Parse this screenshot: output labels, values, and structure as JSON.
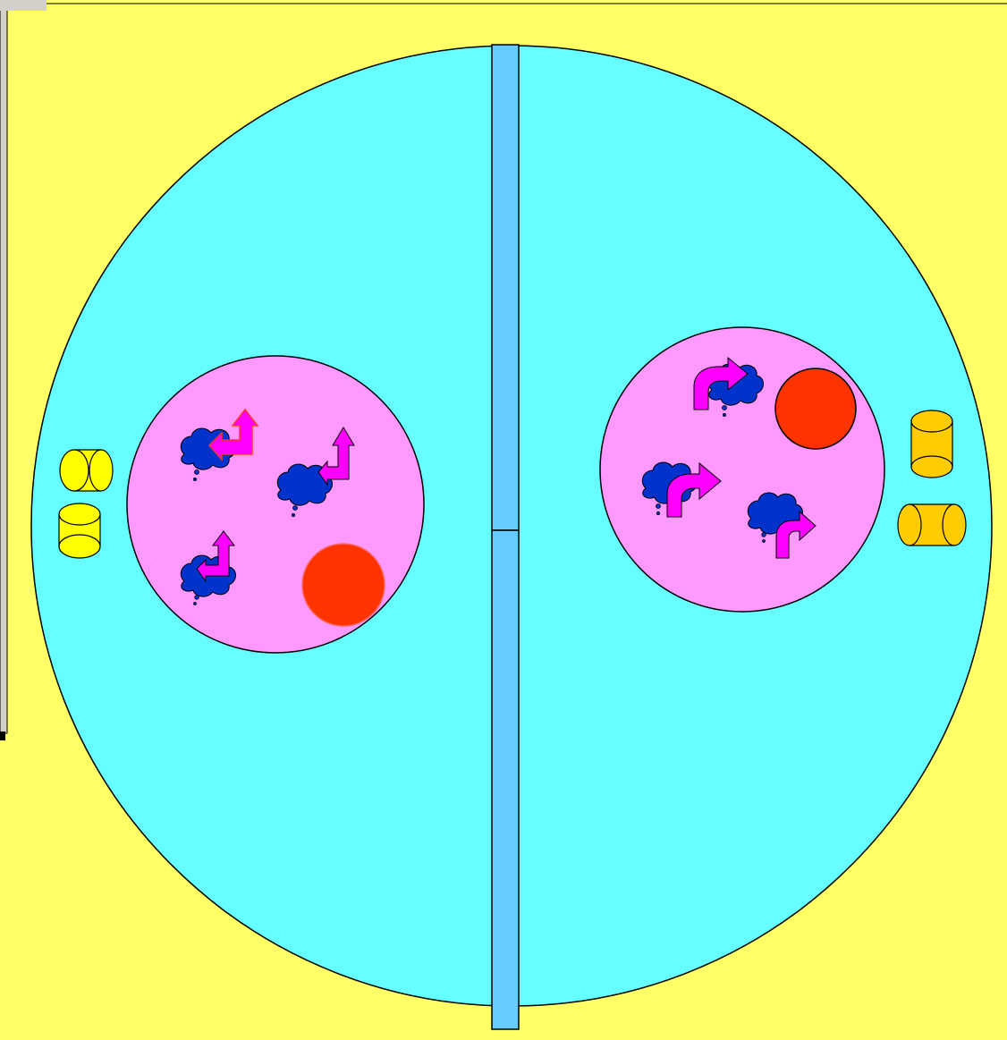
{
  "colors": {
    "page_background": "#ffff66",
    "outer_circle": "#66ffff",
    "divider": "#66ccff",
    "inner_circle": "#ff99ff",
    "cloud": "#0033cc",
    "arrow": "#ff00ff",
    "red_ball": "#ff3300",
    "yellow_cylinder": "#ffff00",
    "orange_cylinder": "#ffcc00",
    "stroke": "#000000",
    "left_frame": "#d4d0c8"
  },
  "diagram": {
    "left_half": {
      "inner_circle": {
        "cloud_count": 3,
        "arrow_style": "up-left",
        "red_ball_count": 1
      },
      "cylinders": {
        "color_name": "yellow",
        "count": 2
      }
    },
    "right_half": {
      "inner_circle": {
        "cloud_count": 3,
        "arrow_style": "curved-right",
        "red_ball_count": 1
      },
      "cylinders": {
        "color_name": "orange",
        "count": 2
      }
    },
    "divider": {
      "segments": 2
    }
  }
}
